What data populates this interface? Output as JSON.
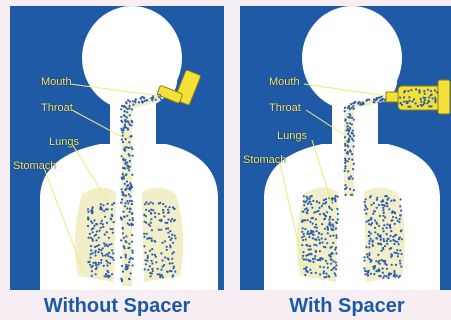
{
  "panels": [
    {
      "caption": "Without Spacer",
      "labels": {
        "mouth": "Mouth",
        "throat": "Throat",
        "lungs": "Lungs",
        "stomach": "Stomach"
      }
    },
    {
      "caption": "With Spacer",
      "labels": {
        "mouth": "Mouth",
        "throat": "Throat",
        "lungs": "Lungs",
        "stomach": "Stomach"
      }
    }
  ],
  "colors": {
    "background": "#1f5aa6",
    "body": "#ffffff",
    "lung_fill": "#f2efc8",
    "particles": "#2a5db0",
    "inhaler": "#f3e13a",
    "label": "#f3e97a",
    "caption": "#1c5aa5"
  }
}
